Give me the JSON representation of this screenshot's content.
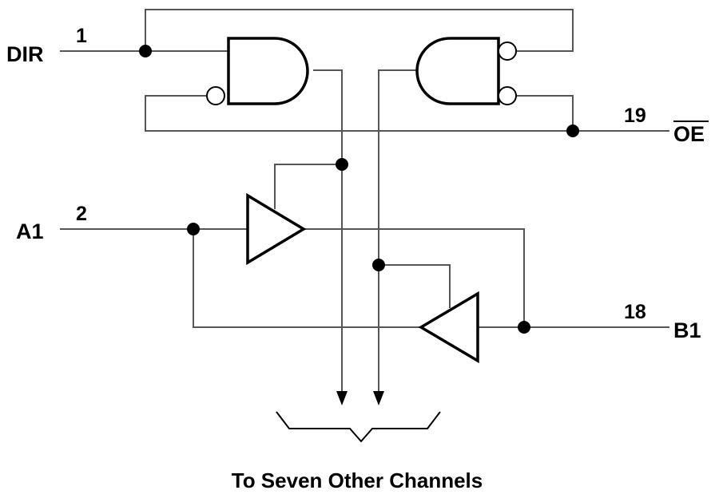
{
  "labels": {
    "dir": "DIR",
    "oe": "OE",
    "a1": "A1",
    "b1": "B1"
  },
  "pins": {
    "dir": "1",
    "a1": "2",
    "b1": "18",
    "oe": "19"
  },
  "caption": "To Seven Other Channels",
  "colors": {
    "wire": "#555555",
    "symbol": "#000000",
    "background": "#ffffff"
  }
}
